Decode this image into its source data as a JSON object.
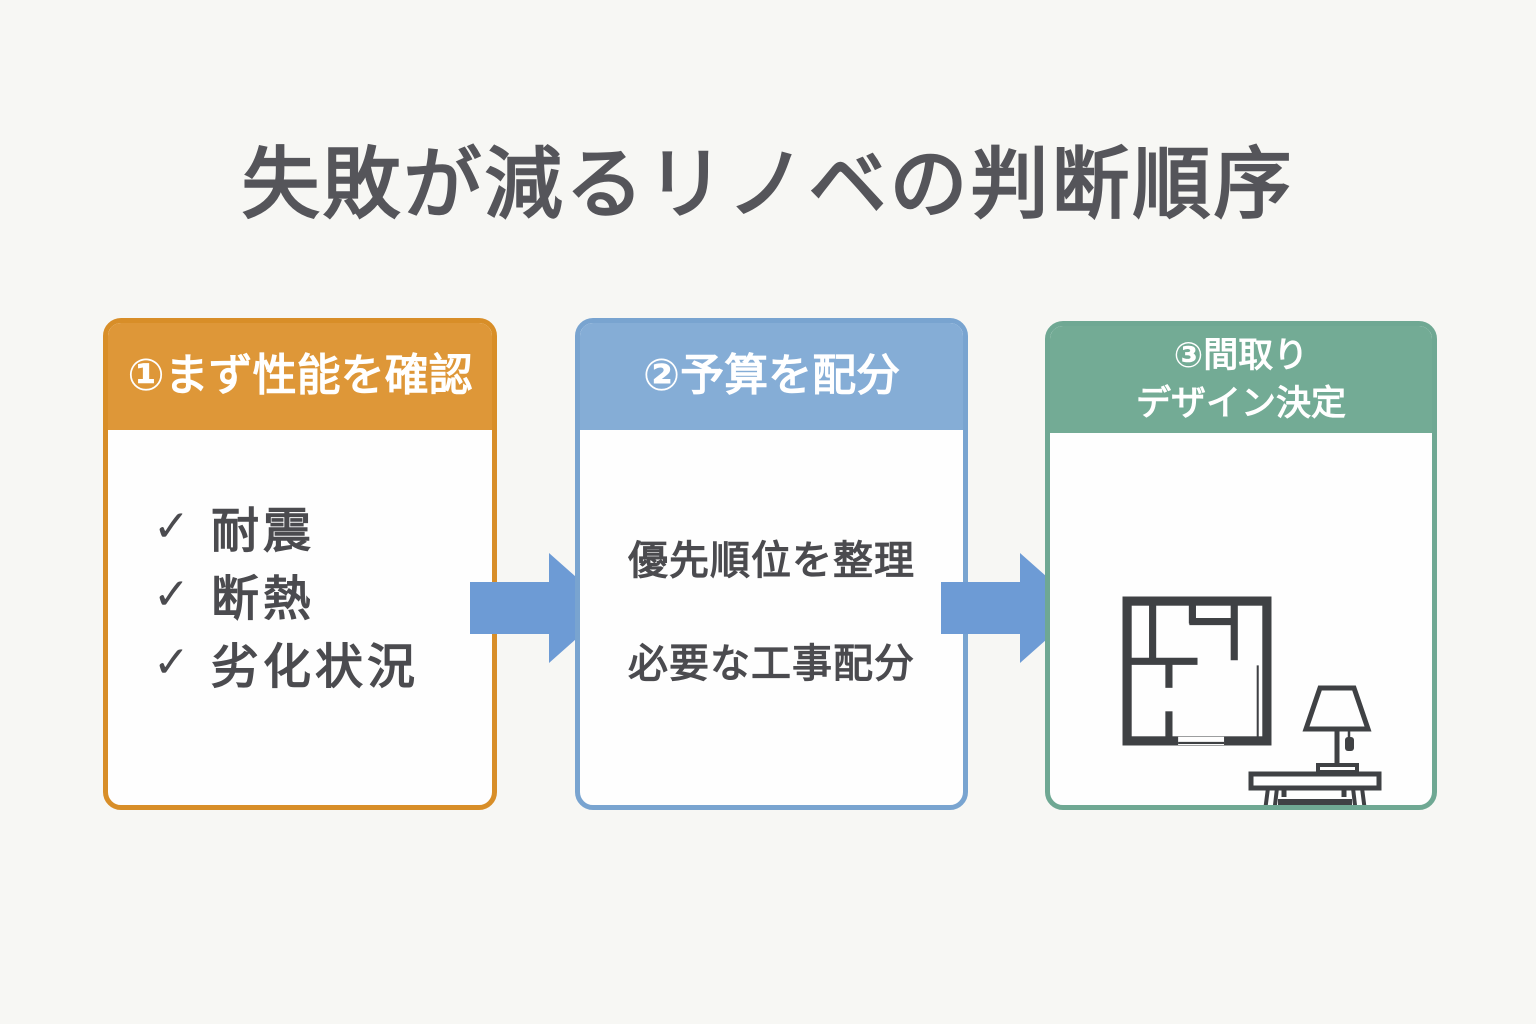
{
  "canvas": {
    "background": "#F7F7F4",
    "ink": "#3F4144",
    "text_color": "#4B4B4F"
  },
  "title": {
    "text": "失敗が減るリノベの判断順序",
    "color": "#55555A"
  },
  "arrow": {
    "icon": "block-arrow-right-icon",
    "color": "#6D9BD5",
    "direction": "right"
  },
  "steps": [
    {
      "id": "performance-check",
      "header": "①まず性能を確認",
      "accent": "#DE9738",
      "border": "#D88E28",
      "checklist": [
        {
          "icon": "checkmark-icon",
          "glyph": "✓",
          "label": "耐震"
        },
        {
          "icon": "checkmark-icon",
          "glyph": "✓",
          "label": "断熱"
        },
        {
          "icon": "checkmark-icon",
          "glyph": "✓",
          "label": "劣化状況"
        }
      ]
    },
    {
      "id": "budget-allocation",
      "header": "②予算を配分",
      "accent": "#85ADD6",
      "border": "#79A4D0",
      "lines": [
        "優先順位を整理",
        "必要な工事配分"
      ]
    },
    {
      "id": "layout-design-decision",
      "header_lines": [
        "③間取り",
        "デザイン決定"
      ],
      "accent": "#73AB95",
      "border": "#6FA893",
      "illustrations": [
        "floor-plan-icon",
        "table-lamp-icon"
      ]
    }
  ]
}
